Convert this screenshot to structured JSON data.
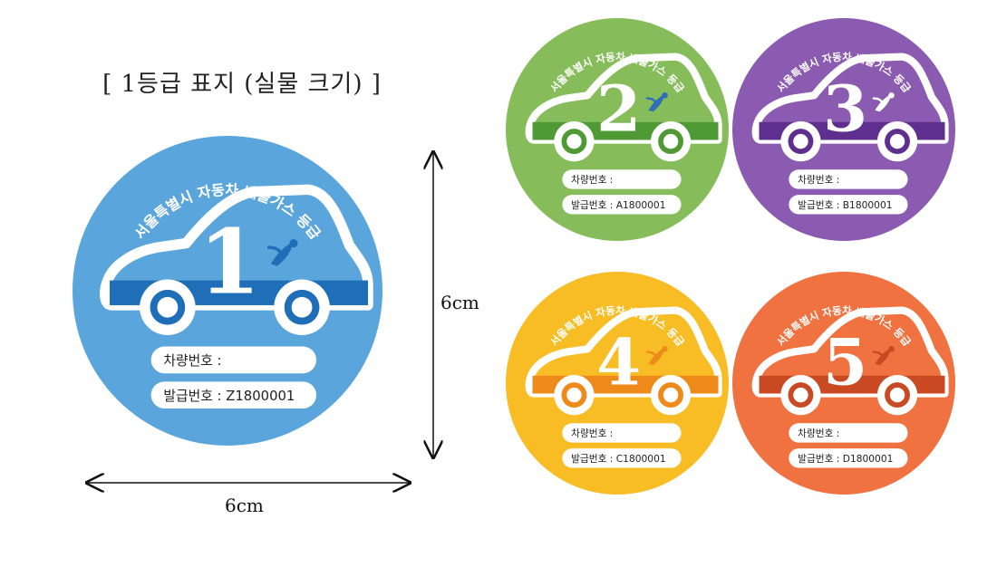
{
  "caption": "[ 1등급 표지 (실물 크기) ]",
  "dimension": {
    "height_label": "6cm",
    "width_label": "6cm"
  },
  "colors": {
    "arrow": "#111111",
    "text_white": "#ffffff",
    "text_dark": "#222222"
  },
  "stickers": [
    {
      "arc_text": "서울특별시 자동차 배출가스 등급",
      "grade": "1",
      "vehicle_label": "차량번호 :",
      "issue_label": "발급번호 : Z1800001",
      "bg_color": "#5aa6dc",
      "band_color": "#1f6eb8",
      "leaf_color": "#1f6eb8"
    },
    {
      "arc_text": "서울특별시 자동차 배출가스 등급",
      "grade": "2",
      "vehicle_label": "차량번호 :",
      "issue_label": "발급번호 : A1800001",
      "bg_color": "#86bd5a",
      "band_color": "#4f9a35",
      "leaf_color": "#2f6fb8"
    },
    {
      "arc_text": "서울특별시 자동차 배출가스 등급",
      "grade": "3",
      "vehicle_label": "차량번호 :",
      "issue_label": "발급번호 : B1800001",
      "bg_color": "#8a5bb0",
      "band_color": "#5e2f8f",
      "leaf_color": "#ffffff"
    },
    {
      "arc_text": "서울특별시 자동차 배출가스 등급",
      "grade": "4",
      "vehicle_label": "차량번호 :",
      "issue_label": "발급번호 : C1800001",
      "bg_color": "#f8bd25",
      "band_color": "#ee8a1a",
      "leaf_color": "#ee8a1a"
    },
    {
      "arc_text": "서울특별시 자동차 배출가스 등급",
      "grade": "5",
      "vehicle_label": "차량번호 :",
      "issue_label": "발급번호 : D1800001",
      "bg_color": "#ef7240",
      "band_color": "#c94a22",
      "leaf_color": "#c94a22"
    }
  ]
}
